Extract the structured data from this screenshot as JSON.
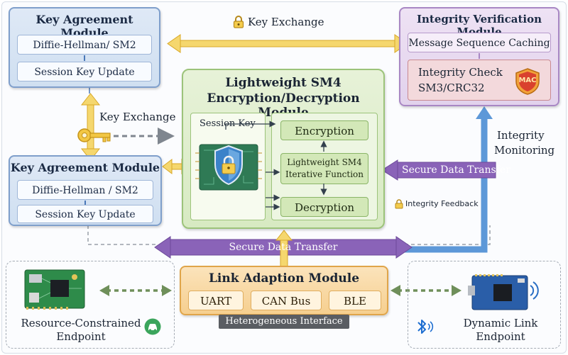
{
  "key_agreement_top": {
    "title": "Key Agreement Module",
    "algorithm": "Diffie-Hellman/ SM2",
    "update": "Session Key Update"
  },
  "key_agreement_bottom": {
    "title": "Key Agreement Module",
    "algorithm": "Diffie-Hellman / SM2",
    "update": "Session Key Update"
  },
  "key_exchange_top": "Key Exchange",
  "key_exchange_side": "Key Exchange",
  "integrity_verification": {
    "title": "Integrity Verification Module",
    "caching": "Message Sequence Caching",
    "check_line1": "Integrity Check",
    "check_line2": "SM3/CRC32",
    "mac_badge": "MAC"
  },
  "sm4_module": {
    "title_line1": "Lightweight SM4",
    "title_line2": "Encryption/Decryption Module",
    "session_key": "Session Key",
    "encryption": "Encryption",
    "iterative_line1": "Lightweight SM4",
    "iterative_line2": "Iterative Function",
    "decryption": "Decryption"
  },
  "integrity_monitoring_line1": "Integrity",
  "integrity_monitoring_line2": "Monitoring",
  "secure_transfer_right": "Secure Data Transfer",
  "integrity_feedback": "Integrity Feedback",
  "secure_transfer_center": "Secure Data Transfer",
  "link_adaption": {
    "title": "Link Adaption Module",
    "interfaces": [
      "UART",
      "CAN Bus",
      "BLE"
    ],
    "footer": "Heterogeneous Interface"
  },
  "endpoint_left": {
    "line1": "Resource-Constrained",
    "line2": "Endpoint"
  },
  "endpoint_right": {
    "line1": "Dynamic Link",
    "line2": "Endpoint"
  },
  "colors": {
    "blue_arrow": "#4a90d9",
    "yellow_arrow": "#f2c744",
    "purple_arrow": "#8a63b8",
    "green_dashed": "#6f8f5a",
    "gray_dashed": "#8a8f96"
  }
}
